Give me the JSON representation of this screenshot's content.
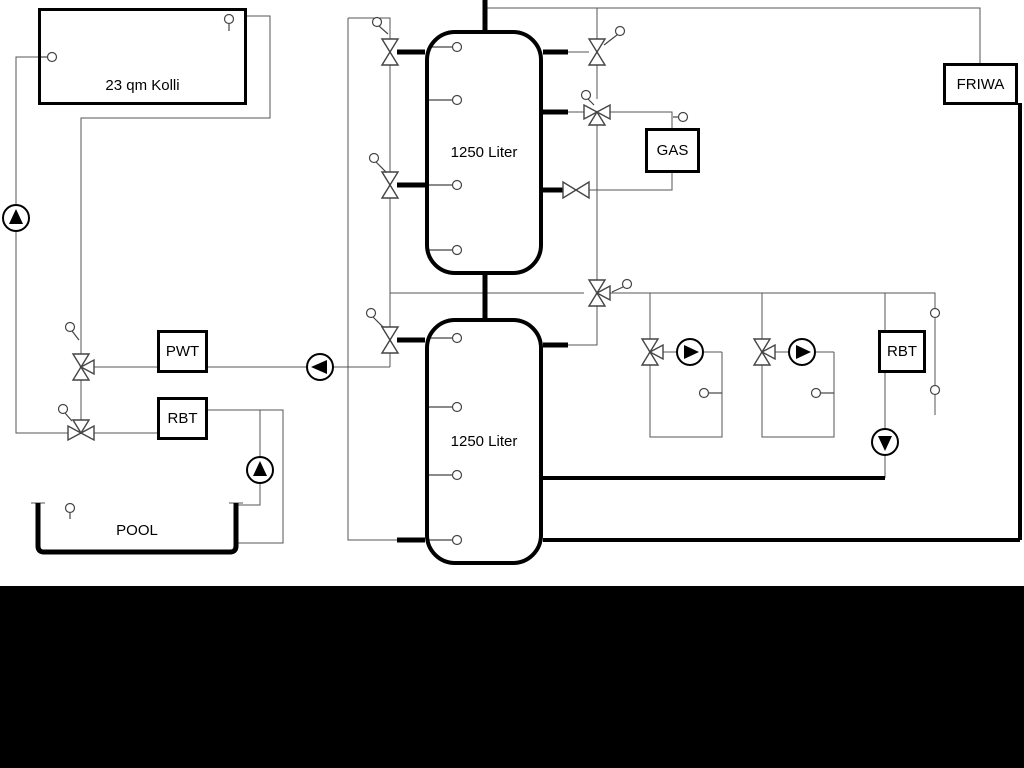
{
  "diagram": {
    "colors": {
      "background": "#ffffff",
      "pipes": "#000000",
      "thin_lines": "#555555",
      "letterbox": "#000000"
    },
    "collector": {
      "label": "23 qm Kolli"
    },
    "upper_tank": {
      "label": "1250 Liter"
    },
    "lower_tank": {
      "label": "1250 Liter"
    },
    "pwt": {
      "label": "PWT"
    },
    "rbt_left": {
      "label": "RBT"
    },
    "rbt_right": {
      "label": "RBT"
    },
    "gas": {
      "label": "GAS"
    },
    "friwa": {
      "label": "FRIWA"
    },
    "pool": {
      "label": "POOL"
    }
  }
}
